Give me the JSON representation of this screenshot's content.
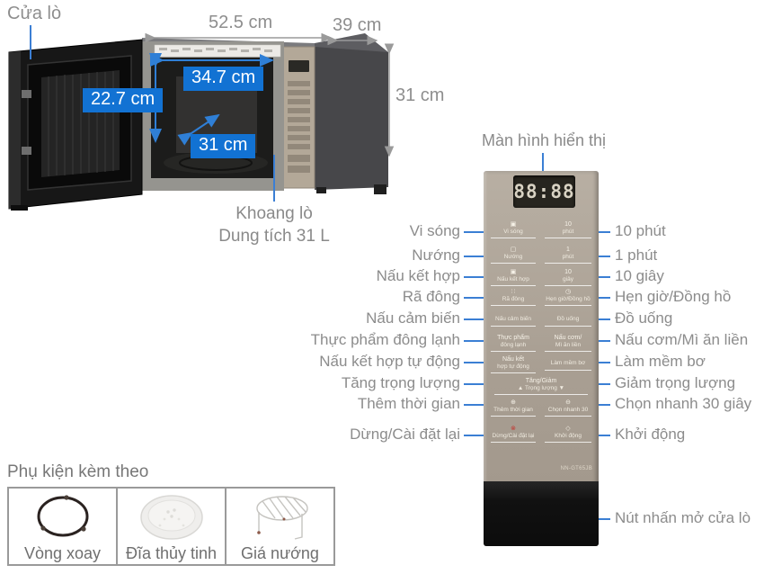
{
  "dimensions": {
    "door_label": "Cửa lò",
    "outer_width": "52.5 cm",
    "outer_depth": "39 cm",
    "outer_height": "31 cm",
    "cavity_width": "34.7 cm",
    "cavity_height": "22.7 cm",
    "cavity_depth": "31 cm",
    "cavity_name": "Khoang lò",
    "cavity_capacity": "Dung tích 31 L"
  },
  "panel": {
    "screen_label": "Màn hình hiển thị",
    "display_value": "88:88",
    "model": "NN-GT65JB",
    "rows": [
      {
        "l_icon": "▣",
        "l": "Vi sóng",
        "r_top": "10",
        "r_bot": "phút"
      },
      {
        "l_icon": "▢",
        "l": "Nướng",
        "r_top": "1",
        "r_bot": "phút"
      },
      {
        "l_icon": "▣",
        "l": "Nấu kết hợp",
        "r_top": "10",
        "r_bot": "giây"
      },
      {
        "l_icon": "∷",
        "l": "Rã đông",
        "r_icon": "◷",
        "r": "Hẹn giờ/Đồng hồ"
      },
      {
        "l": "Nấu cảm biến",
        "r": "Đồ uống"
      },
      {
        "l_top": "Thực phẩm",
        "l_bot": "đông lạnh",
        "r_top": "Nấu cơm/",
        "r_bot": "Mì ăn liền"
      },
      {
        "l_top": "Nấu kết",
        "l_bot": "hợp tự động",
        "r": "Làm mềm bơ"
      },
      {
        "wide_top": "Tăng/Giảm",
        "wide_up": "▲",
        "wide_label": "Trọng lượng",
        "wide_down": "▼"
      },
      {
        "l_icon": "⊕",
        "l": "Thêm thời gian",
        "r_icon": "⊖",
        "r": "Chọn nhanh 30"
      },
      {
        "l_icon": "⊗",
        "l": "Dừng/Cài đặt lại",
        "r_icon": "◇",
        "r": "Khởi động"
      }
    ]
  },
  "annotations": {
    "left": [
      "Vi sóng",
      "Nướng",
      "Nấu kết hợp",
      "Rã đông",
      "Nấu cảm biến",
      "Thực phẩm đông lạnh",
      "Nấu kết hợp tự động",
      "Tăng trọng lượng",
      "Thêm thời gian",
      "Dừng/Cài đặt lại"
    ],
    "right": [
      "10 phút",
      "1 phút",
      "10 giây",
      "Hẹn giờ/Đồng hồ",
      "Đồ uống",
      "Nấu cơm/Mì ăn liền",
      "Làm mềm bơ",
      "Giảm trọng lượng",
      "Chọn nhanh 30 giây",
      "Khởi động"
    ],
    "door_open": "Nút nhấn mở cửa lò"
  },
  "accessories": {
    "title": "Phụ kiện kèm theo",
    "items": [
      {
        "label": "Vòng xoay"
      },
      {
        "label": "Đĩa thủy tinh"
      },
      {
        "label": "Giá nướng"
      }
    ]
  },
  "colors": {
    "accent_blue": "#1272d3",
    "leader_blue": "#3b7fd4",
    "label_gray": "#8c8c8c",
    "panel_beige": "#a89e92",
    "display_dark": "#27251f",
    "door_black": "#171717"
  }
}
